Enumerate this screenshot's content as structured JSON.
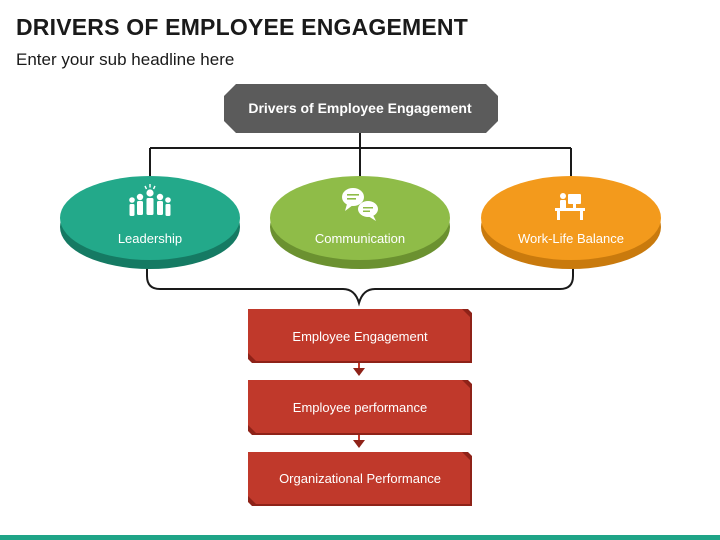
{
  "header": {
    "title": "DRIVERS OF EMPLOYEE ENGAGEMENT",
    "subtitle": "Enter your sub headline here"
  },
  "diagram": {
    "root": {
      "label": "Drivers of Employee Engagement",
      "color": "#5b5b5b"
    },
    "drivers": [
      {
        "label": "Leadership",
        "icon": "team-leader-icon",
        "color": "#23a98a",
        "shade": "#157a63"
      },
      {
        "label": "Communication",
        "icon": "speech-bubbles-icon",
        "color": "#8fbc48",
        "shade": "#6b9130"
      },
      {
        "label": "Work-Life Balance",
        "icon": "desk-worker-icon",
        "color": "#f39a1c",
        "shade": "#c97a0d"
      }
    ],
    "outcomes": [
      {
        "label": "Employee Engagement"
      },
      {
        "label": "Employee performance"
      },
      {
        "label": "Organizational Performance"
      }
    ],
    "outcome_color": "#c0392b",
    "outcome_shade": "#8e2218"
  },
  "footer": {
    "accent": "#1fa487"
  }
}
